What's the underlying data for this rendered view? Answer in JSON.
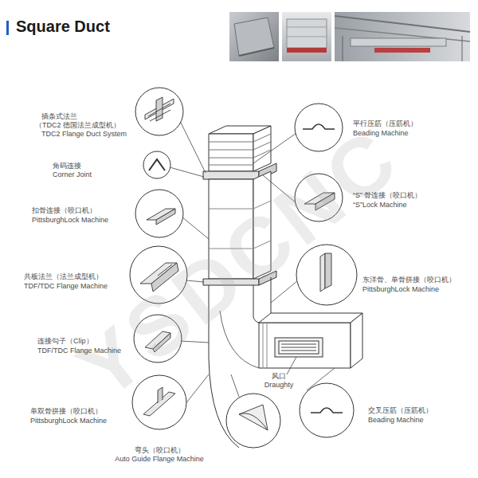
{
  "diagram": {
    "title": "Square Duct",
    "labels": [
      "插条式法兰",
      "（TDC2 德国法兰成型机）",
      "TDC2 Flange Duct System",
      "平行压筋（压筋机）",
      "Beading Machine",
      "角码连接",
      "Corner Joint",
      "“S” 骨连接（咬口机）",
      "“S”Lock Machine",
      "扣骨连接（咬口机）",
      "PittsburghLock Machine",
      "共板法兰（法兰成型机）",
      "TDF/TDC Flange Machine",
      "东洋骨、单骨拼接（咬口机）",
      "PittsburghLock Machine",
      "连接勾子（Clip）",
      "TDF/TDC Flange Machine",
      "风口",
      "Draughty",
      "单双骨拼接（咬口机）",
      "PittsburghLock Machine",
      "交叉压筋（压筋机）",
      "Beading Machine",
      "弯头（咬口机）",
      "Auto Guide Flange Machine",
      "YSDCNC"
    ]
  }
}
